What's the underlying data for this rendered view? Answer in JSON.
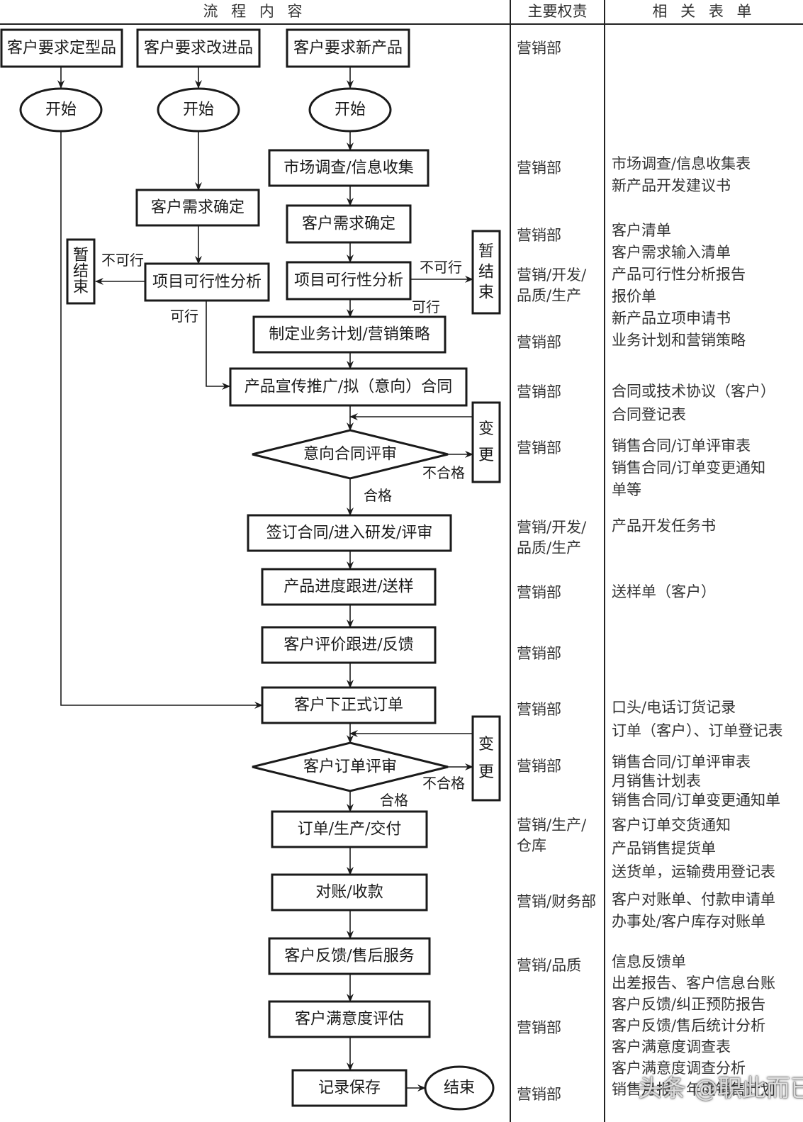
{
  "header": {
    "col_process": "流 程 内 容",
    "col_responsibility": "主要权责",
    "col_forms": "相 关 表 单"
  },
  "flow": {
    "sources": [
      "客户要求定型品",
      "客户要求改进品",
      "客户要求新产品"
    ],
    "start_label": "开始",
    "end_label": "结束",
    "nodes": {
      "market_research": "市场调查/信息收集",
      "req_confirm_improve": "客户需求确定",
      "req_confirm_new": "客户需求确定",
      "feasibility_improve": "项目可行性分析",
      "feasibility_new": "项目可行性分析",
      "pause_end_left": "暂结束",
      "pause_end_right": "暂结束",
      "business_plan": "制定业务计划/营销策略",
      "promotion": "产品宣传推广/拟（意向）合同",
      "intent_review": "意向合同评审",
      "change_1": "变更",
      "sign_contract": "签订合同/进入研发/评审",
      "progress_follow": "产品进度跟进/送样",
      "evaluation_follow": "客户评价跟进/反馈",
      "formal_order": "客户下正式订单",
      "order_review": "客户订单评审",
      "change_2": "变更",
      "order_production": "订单/生产/交付",
      "reconcile": "对账/收款",
      "after_sales": "客户反馈/售后服务",
      "satisfaction": "客户满意度评估",
      "record": "记录保存"
    },
    "edge_labels": {
      "not_feasible": "不可行",
      "feasible": "可行",
      "fail": "不合格",
      "pass": "合格"
    }
  },
  "responsibility": [
    "营销部",
    "营销部",
    "营销部",
    "营销/开发/\n品质/生产",
    "营销部",
    "营销部",
    "营销部",
    "营销/开发/\n品质/生产",
    "营销部",
    "营销部",
    "营销部",
    "营销部",
    "营销/生产/\n仓库",
    "营销/财务部",
    "营销/品质",
    "营销部",
    "营销部"
  ],
  "forms": [
    "市场调查/信息收集表\n新产品开发建议书",
    "客户清单\n客户需求输入清单\n产品可行性分析报告\n报价单\n新产品立项申请书\n业务计划和营销策略",
    "合同或技术协议（客户）\n合同登记表",
    "销售合同/订单评审表\n销售合同/订单变更通知\n单等",
    "产品开发任务书",
    "送样单（客户）",
    "口头/电话订货记录\n订单（客户）、订单登记表",
    "销售合同/订单评审表\n月销售计划表\n销售合同/订单变更通知单",
    "客户订单交货通知\n产品销售提货单\n送货单，运输费用登记表",
    "客户对账单、付款申请单\n办事处/客户库存对账单",
    "信息反馈单\n出差报告、客户信息台账\n客户反馈/纠正预防报告\n客户反馈/售后统计分析\n客户满意度调查表\n客户满意度调查分析\n销售月报、年度销售计划"
  ],
  "watermark": "头条 @职此而已"
}
